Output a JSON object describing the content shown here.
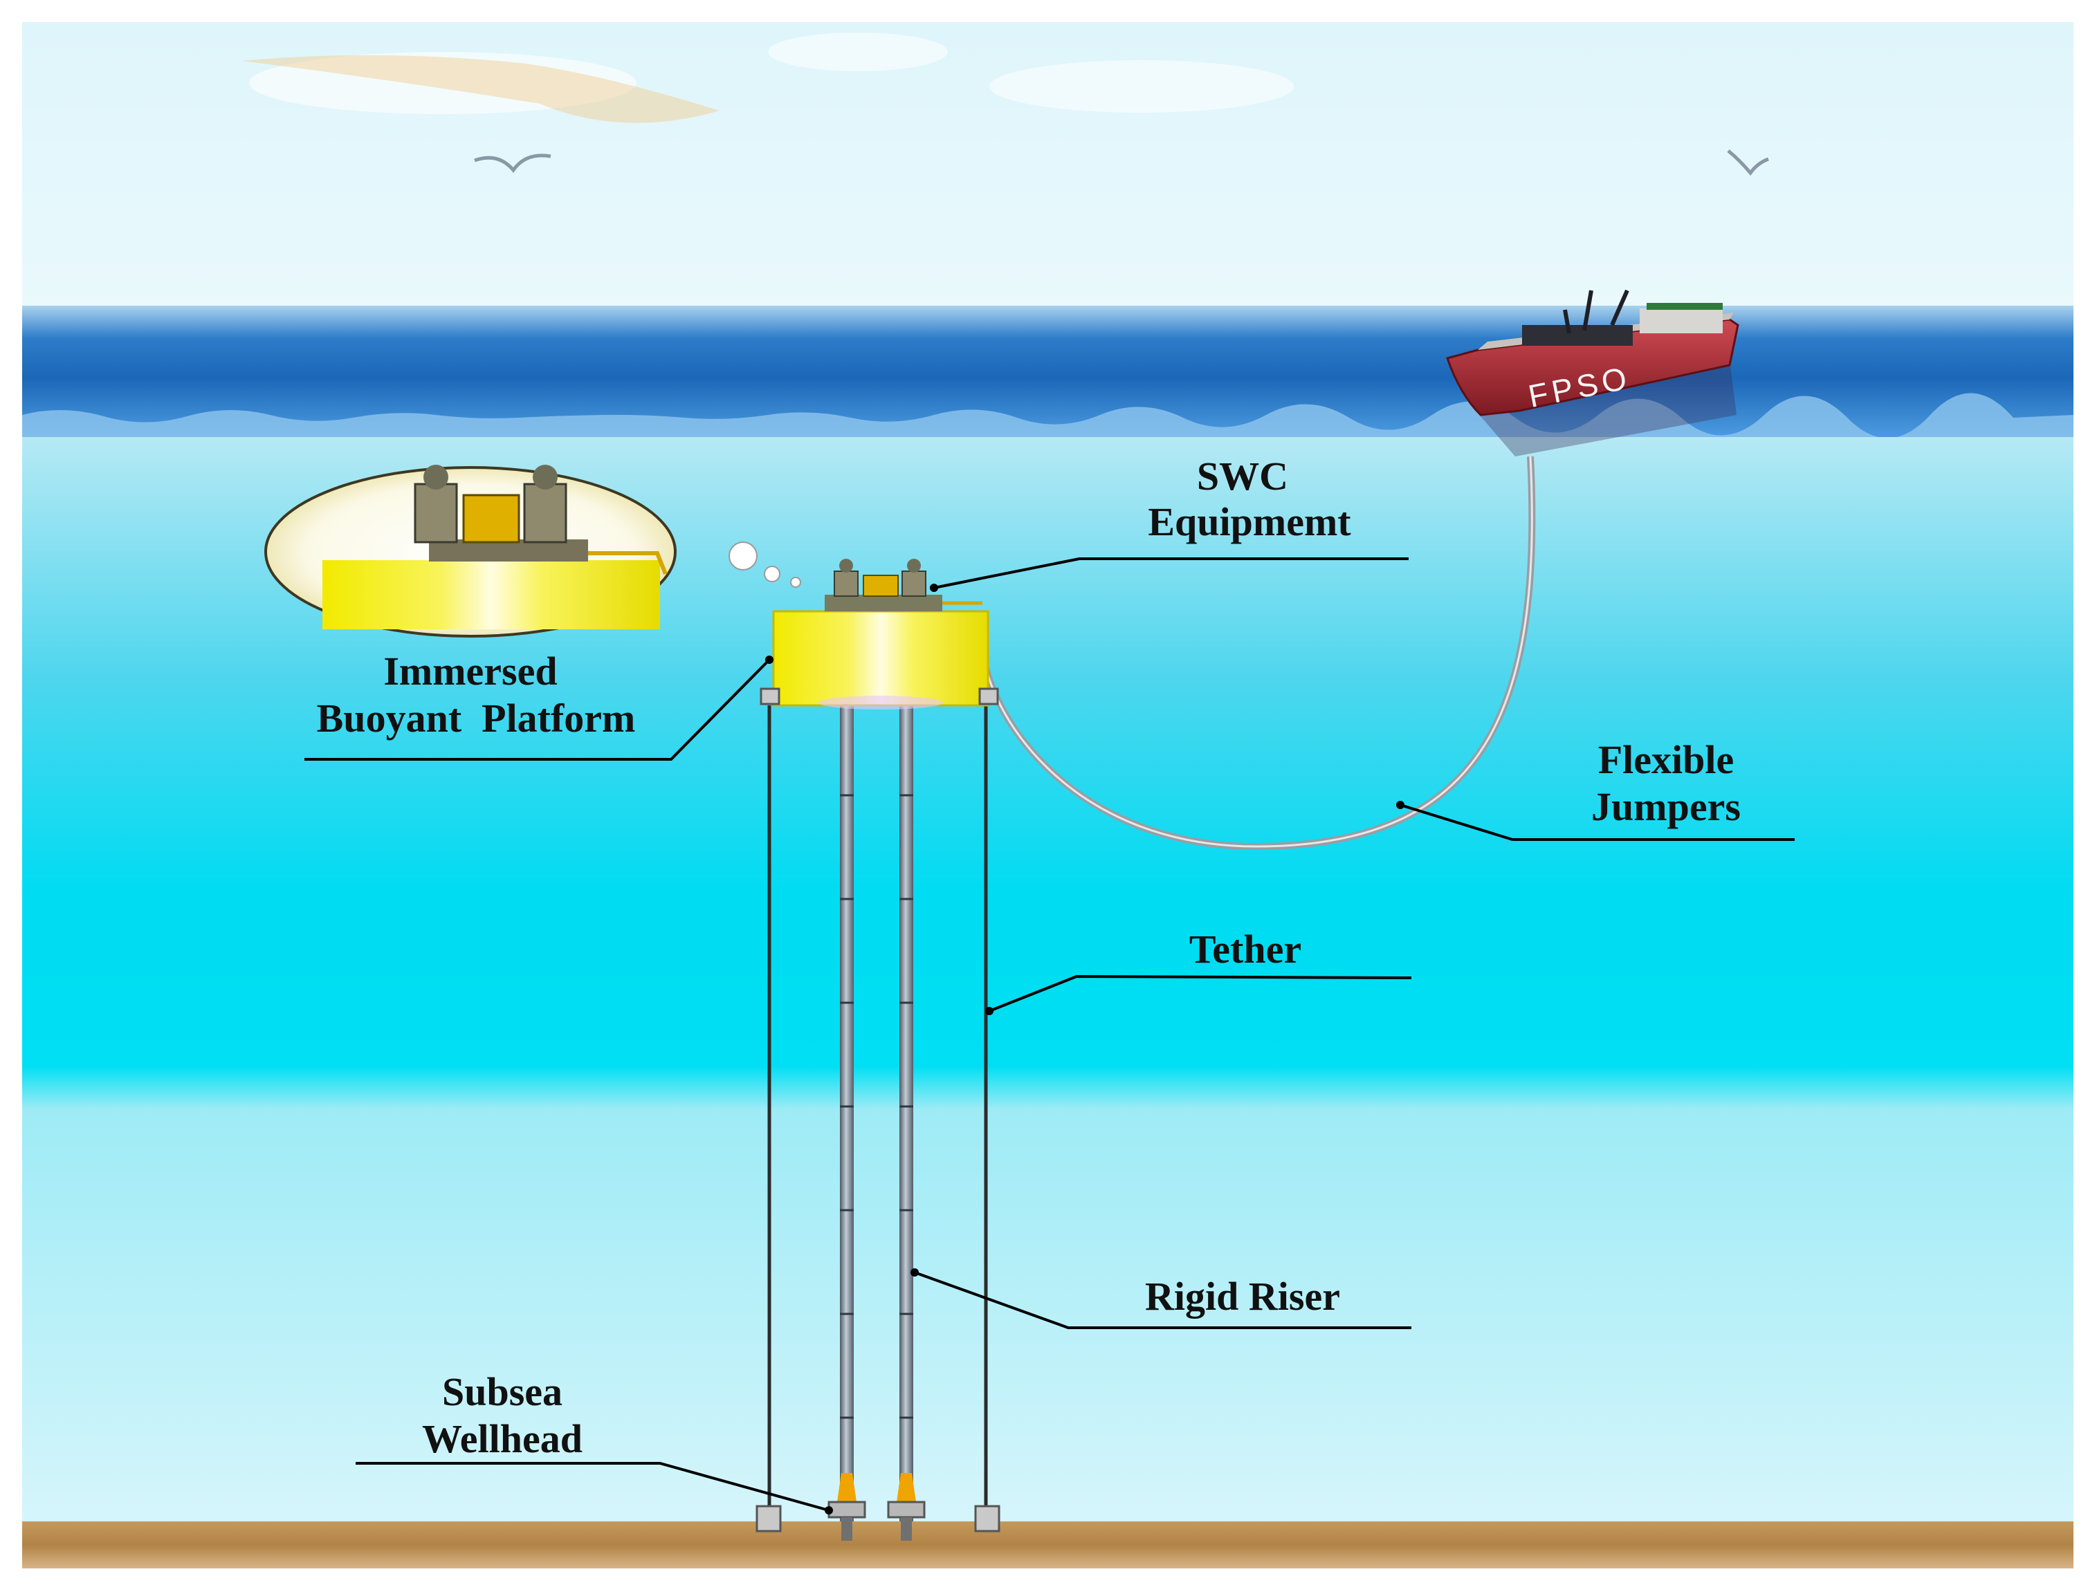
{
  "labels": {
    "swc_line1": "SWC",
    "swc_line2": "Equipmemt",
    "platform_line1": "Immersed",
    "platform_line2": "Buoyant  Platform",
    "jumpers_line1": "Flexible",
    "jumpers_line2": "Jumpers",
    "tether": "Tether",
    "riser": "Rigid Riser",
    "wellhead_line1": "Subsea",
    "wellhead_line2": "Wellhead",
    "ship_name": "FPSO"
  },
  "colors": {
    "sky_top": "#def5fb",
    "sea_surface": "#2a78c8",
    "mid_water": "#00dcf2",
    "deep_water": "#d2f4fa",
    "seabed": "#b8894a",
    "platform": "#f4f000",
    "hull": "#a82632"
  }
}
